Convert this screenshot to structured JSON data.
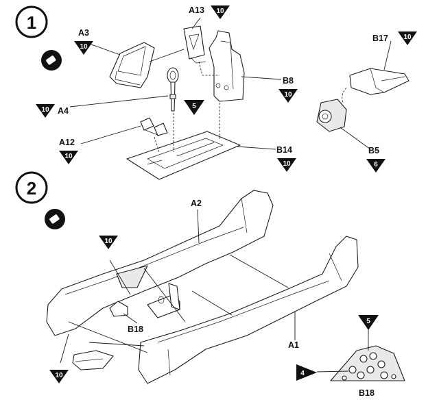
{
  "steps": [
    {
      "number": "1"
    },
    {
      "number": "2"
    }
  ],
  "icons": {
    "glue": "glue-tube-icon"
  },
  "parts": {
    "A13": "A13",
    "A3": "A3",
    "A4": "A4",
    "A12": "A12",
    "B8": "B8",
    "B14": "B14",
    "B17": "B17",
    "B5": "B5",
    "A2": "A2",
    "A1": "A1",
    "B18": "B18"
  },
  "color_callouts": {
    "c10": "10",
    "c5": "5",
    "c6": "6",
    "c4": "4"
  },
  "colors": {
    "ink": "#1a1a1a",
    "fill_grey": "#e9e9e9",
    "callout_bg": "#111111"
  }
}
